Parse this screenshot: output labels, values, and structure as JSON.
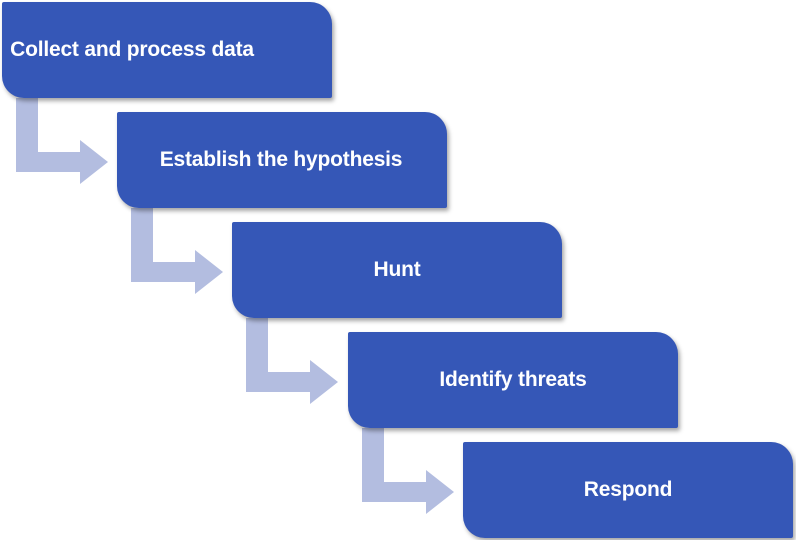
{
  "diagram": {
    "colors": {
      "step_fill": "#3557b7",
      "step_text": "#ffffff",
      "arrow_fill": "#b3bde0"
    },
    "steps": [
      {
        "label": "Collect and process data"
      },
      {
        "label": "Establish the hypothesis"
      },
      {
        "label": "Hunt"
      },
      {
        "label": "Identify threats"
      },
      {
        "label": "Respond"
      }
    ],
    "connectors": [
      {
        "from": 0,
        "to": 1,
        "icon": "bent-arrow-icon"
      },
      {
        "from": 1,
        "to": 2,
        "icon": "bent-arrow-icon"
      },
      {
        "from": 2,
        "to": 3,
        "icon": "bent-arrow-icon"
      },
      {
        "from": 3,
        "to": 4,
        "icon": "bent-arrow-icon"
      }
    ]
  }
}
